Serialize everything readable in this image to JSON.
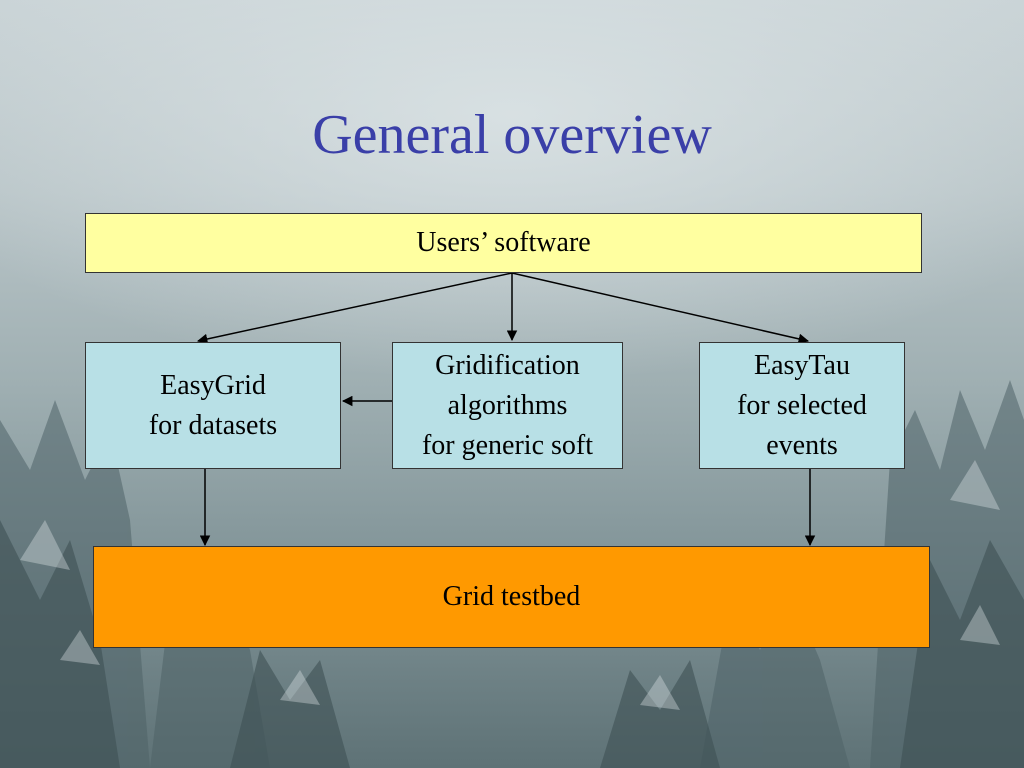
{
  "slide": {
    "title": "General overview"
  },
  "diagram": {
    "users_software": "Users’ software",
    "easygrid": [
      "EasyGrid",
      "for datasets"
    ],
    "gridification": [
      "Gridification",
      "algorithms",
      "for generic soft"
    ],
    "easytau": [
      "EasyTau",
      "for selected",
      "events"
    ],
    "grid_testbed": "Grid testbed"
  },
  "colors": {
    "title": "#3a3fa8",
    "users_box": "#ffffa0",
    "component_box": "#b8e0e6",
    "testbed_box": "#ff9900"
  }
}
